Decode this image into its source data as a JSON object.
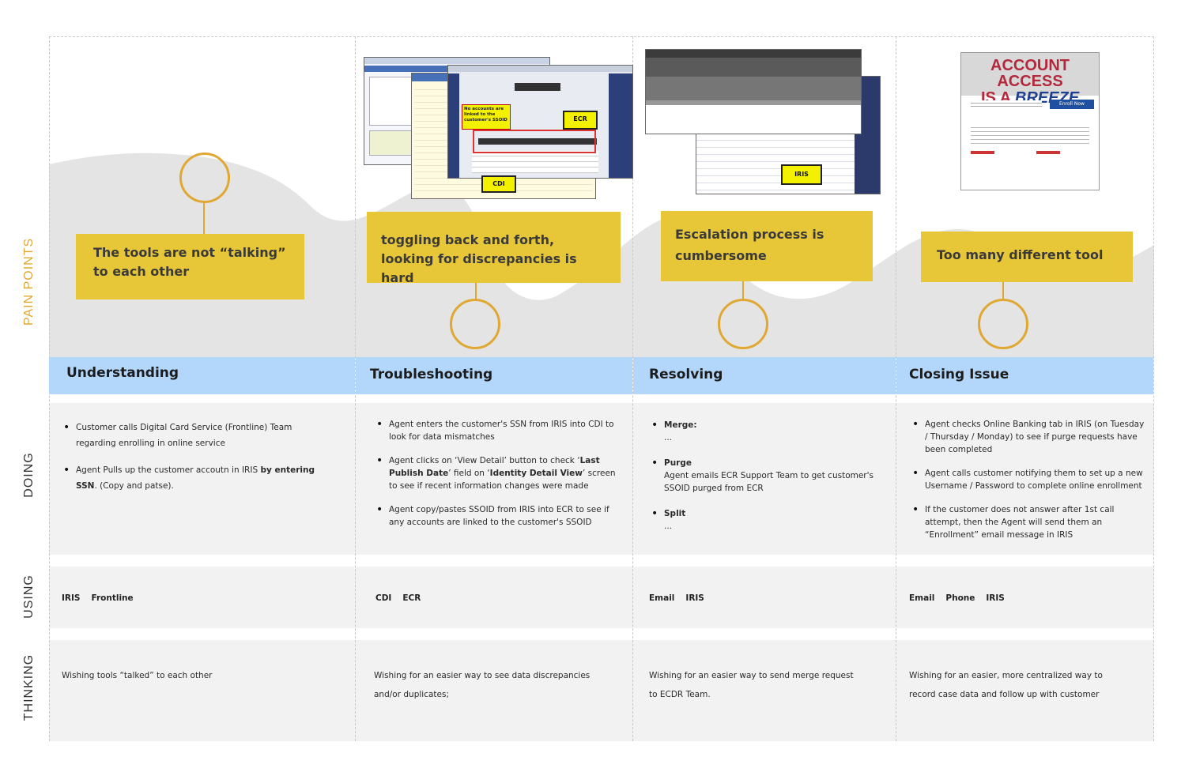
{
  "row_labels": {
    "pain_points": "PAIN POINTS",
    "doing": "DOING",
    "using": "USING",
    "thinking": "THINKING"
  },
  "colors": {
    "accent": "#e0a832",
    "pain_box": "#e7c738",
    "stage_bar": "#b3d7fb",
    "row_label": "#e0a832"
  },
  "stages": [
    {
      "title": "Understanding",
      "pain_point": "The tools are not “talking” to each other",
      "doing": [
        "Customer calls Digital Card Service (Frontline) Team regarding enrolling in online service",
        "Agent Pulls up the customer accoutn in IRIS by entering SSN. (Copy and patse)."
      ],
      "using": [
        "IRIS",
        "Frontline"
      ],
      "thinking": "Wishing tools “talked” to each other"
    },
    {
      "title": "Troubleshooting",
      "pain_point": "toggling back and forth, looking for discrepancies is hard",
      "doing": [
        "Agent enters the customer's SSN from IRIS into CDI to look for data mismatches",
        "Agent clicks on ‘View Detail’ button to check ‘Last Publish Date’ field on ‘Identity Detail View’ screen to see if recent information changes were made",
        "Agent copy/pastes SSOID from IRIS into ECR to see if any accounts are linked to the customer's SSOID"
      ],
      "using": [
        "CDI",
        "ECR"
      ],
      "thinking": "Wishing for an easier way to see data discrepancies and/or duplicates;",
      "screenshot_labels": [
        "ECR",
        "CDI",
        "No accounts are linked to the customer's SSOID"
      ]
    },
    {
      "title": "Resolving",
      "pain_point": "Escalation process is cumbersome",
      "doing": [
        {
          "head": "Merge:",
          "body": "..."
        },
        {
          "head": "Purge",
          "body": "Agent emails ECR Support Team to get customer's SSOID purged from ECR"
        },
        {
          "head": "Split",
          "body": "..."
        }
      ],
      "using": [
        "Email",
        "IRIS"
      ],
      "thinking": "Wishing for an easier way to send merge request to ECDR Team.",
      "screenshot_labels": [
        "IRIS"
      ]
    },
    {
      "title": "Closing Issue",
      "pain_point": "Too many different tool",
      "doing": [
        "Agent checks Online Banking tab in IRIS (on Tuesday / Thursday / Monday) to see if purge requests have been completed",
        "Agent calls customer notifying them to set up a new Username / Password to complete online enrollment",
        "If the customer does not answer after 1st call attempt, then the Agent will send them an “Enrollment” email message in IRIS"
      ],
      "using": [
        "Email",
        "Phone",
        "IRIS"
      ],
      "thinking": "Wishing for an easier, more centralized way to record case data and follow up with customer",
      "email_preview": {
        "headline_1": "ACCOUNT ACCESS",
        "headline_2": "IS A",
        "headline_3": "BREEZE",
        "button": "Enroll Now"
      }
    }
  ]
}
